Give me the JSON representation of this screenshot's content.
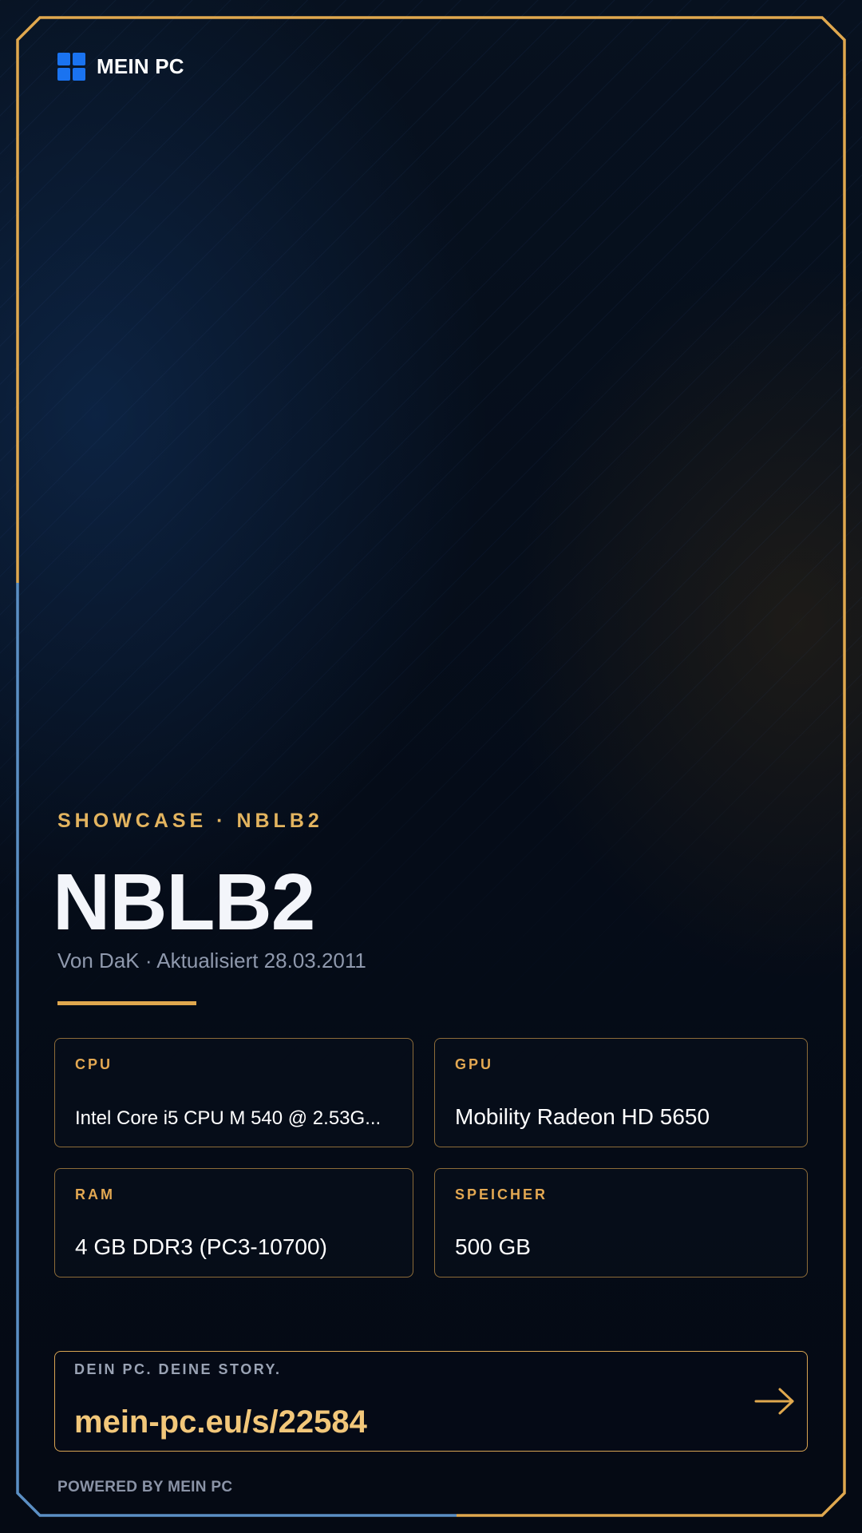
{
  "theme": {
    "accent": "#e0a84e",
    "frame_gold": "#e0a84e",
    "frame_blue": "#5b8fc4",
    "brand_blue": "#1a73f0",
    "background": "#050b15"
  },
  "header": {
    "logo_icon": "windows-logo-icon",
    "brand_name": "MEIN PC"
  },
  "hero": {
    "kicker": "SHOWCASE · NBLB2",
    "title": "NBLB2",
    "meta": "Von DaK · Aktualisiert 28.03.2011"
  },
  "specs": [
    {
      "label": "CPU",
      "value": "Intel Core i5 CPU M 540 @ 2.53G..."
    },
    {
      "label": "GPU",
      "value": "Mobility Radeon HD 5650"
    },
    {
      "label": "RAM",
      "value": "4 GB DDR3 (PC3-10700)"
    },
    {
      "label": "SPEICHER",
      "value": "500 GB"
    }
  ],
  "cta": {
    "tagline": "DEIN PC. DEINE STORY.",
    "url": "mein-pc.eu/s/22584",
    "arrow_icon": "arrow-right-icon"
  },
  "footer": {
    "powered_by": "POWERED BY MEIN PC"
  }
}
